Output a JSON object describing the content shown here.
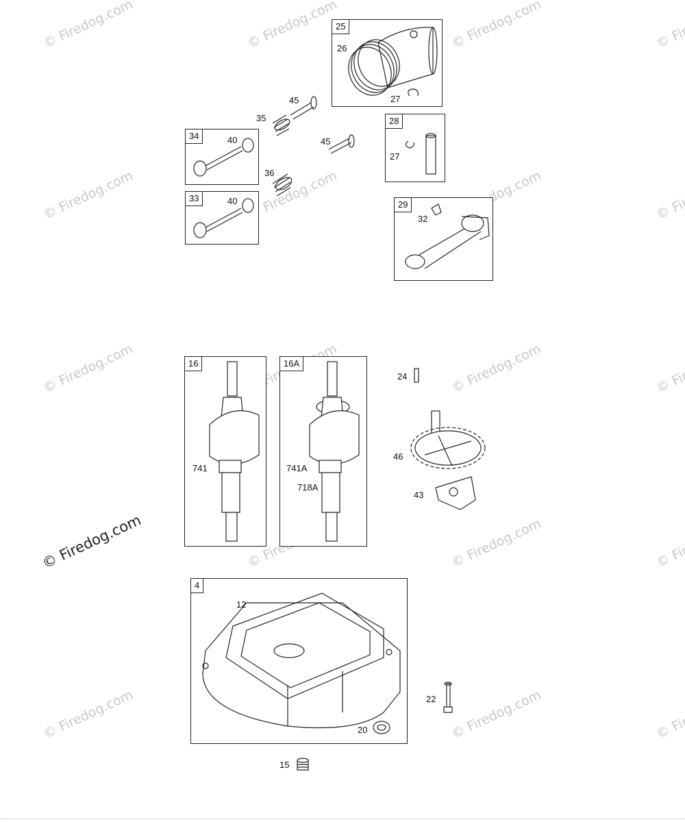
{
  "watermark": "© Firedog.com",
  "watermark_big": "© Firedog.com",
  "boxes": {
    "b25": "25",
    "b34": "34",
    "b33": "33",
    "b28": "28",
    "b29": "29",
    "b16": "16",
    "b16a": "16A",
    "b4": "4"
  },
  "labels": {
    "l26": "26",
    "l27a": "27",
    "l45a": "45",
    "l35": "35",
    "l40a": "40",
    "l45b": "45",
    "l36": "36",
    "l40b": "40",
    "l27b": "27",
    "l32": "32",
    "l741": "741",
    "l741a": "741A",
    "l718a": "718A",
    "l24": "24",
    "l46": "46",
    "l43": "43",
    "l12": "12",
    "l22": "22",
    "l20": "20",
    "l15": "15"
  }
}
